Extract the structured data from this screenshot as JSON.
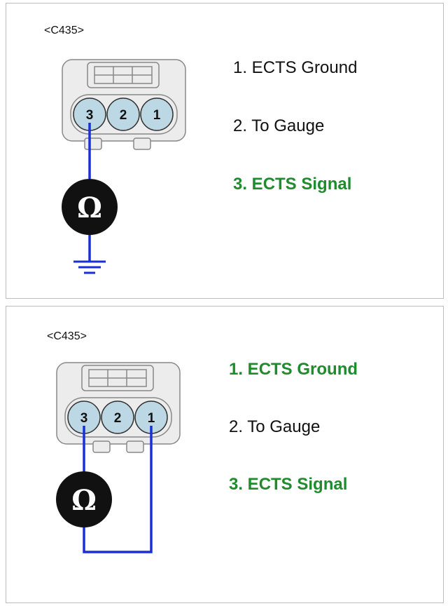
{
  "panels": [
    {
      "connector": "<C435>",
      "pins": [
        "3",
        "2",
        "1"
      ],
      "labels": [
        {
          "text": "1. ECTS Ground",
          "highlight": false
        },
        {
          "text": "2. To Gauge",
          "highlight": false
        },
        {
          "text": "3. ECTS Signal",
          "highlight": true
        }
      ],
      "meter_symbol": "Ω",
      "measurement": "pin-3-to-ground"
    },
    {
      "connector": "<C435>",
      "pins": [
        "3",
        "2",
        "1"
      ],
      "labels": [
        {
          "text": "1. ECTS Ground",
          "highlight": true
        },
        {
          "text": "2. To Gauge",
          "highlight": false
        },
        {
          "text": "3. ECTS Signal",
          "highlight": true
        }
      ],
      "meter_symbol": "Ω",
      "measurement": "pin-3-to-pin-1"
    }
  ],
  "colors": {
    "wire": "#1a2fd6",
    "highlight_text": "#1e8c2c",
    "pin_fill": "#bcd8e4",
    "connector_fill": "#ececec",
    "meter_fill": "#111111"
  },
  "icons": [
    "ohmmeter-icon",
    "ground-symbol-icon"
  ]
}
